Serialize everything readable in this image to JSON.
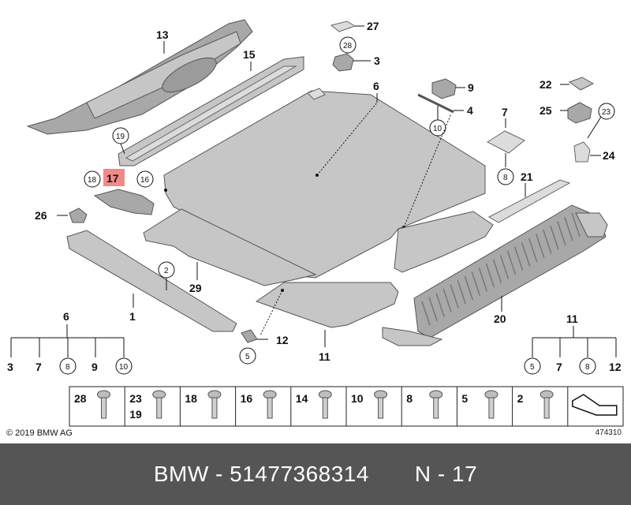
{
  "diagram": {
    "callouts": {
      "c13": "13",
      "c15": "15",
      "c27": "27",
      "c28a": "28",
      "c3a": "3",
      "c6a": "6",
      "c9a": "9",
      "c4": "4",
      "c10a": "10",
      "c7a": "7",
      "c8a": "8",
      "c22": "22",
      "c25": "25",
      "c23": "23",
      "c24": "24",
      "c19": "19",
      "c18": "18",
      "c17": "17",
      "c16": "16",
      "c26": "26",
      "c21": "21",
      "c2": "2",
      "c29": "29",
      "c1": "1",
      "c12": "12",
      "c5a": "5",
      "c11a": "11",
      "c20": "20"
    },
    "left_tree": {
      "root": "6",
      "items": [
        "3",
        "7",
        "8",
        "9",
        "10"
      ]
    },
    "right_tree": {
      "root": "11",
      "items": [
        "5",
        "7",
        "8",
        "12"
      ]
    },
    "highlighted": "17"
  },
  "fasteners": [
    {
      "labels": [
        "28"
      ]
    },
    {
      "labels": [
        "23",
        "19"
      ]
    },
    {
      "labels": [
        "18"
      ]
    },
    {
      "labels": [
        "16"
      ]
    },
    {
      "labels": [
        "14"
      ]
    },
    {
      "labels": [
        "10"
      ]
    },
    {
      "labels": [
        "8"
      ]
    },
    {
      "labels": [
        "5"
      ]
    },
    {
      "labels": [
        "2"
      ]
    },
    {
      "labels": []
    }
  ],
  "copyright": "© 2019 BMW AG",
  "drawing_number": "474310",
  "footer": "BMW - 51477368314       N - 17",
  "colors": {
    "footer_bg": "#555555",
    "highlight": "#f08a8a",
    "parts": "#c6c6c6"
  }
}
